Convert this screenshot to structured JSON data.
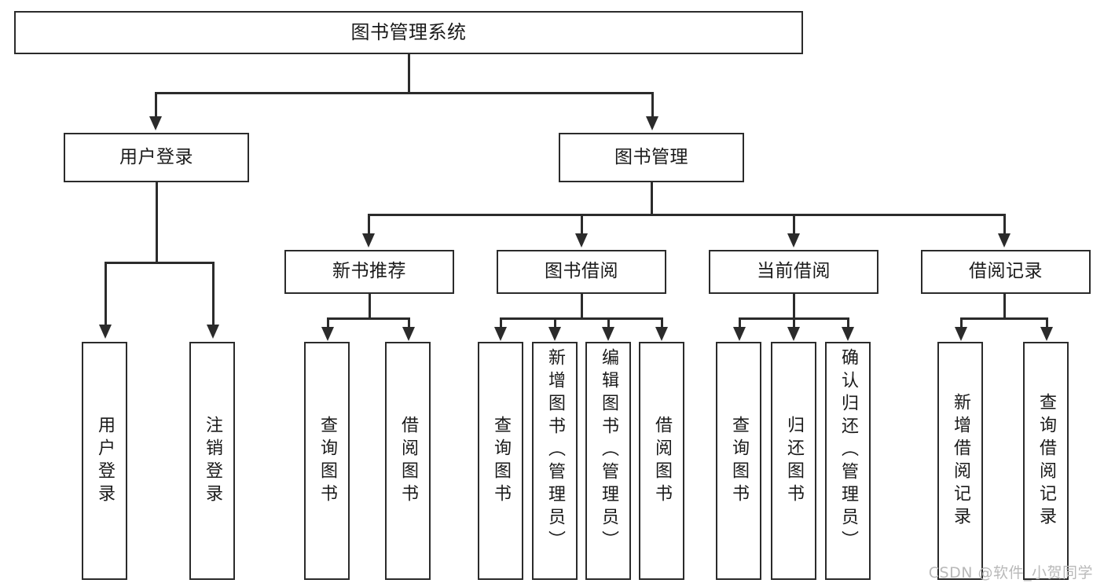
{
  "diagram": {
    "title": "图书管理系统",
    "type": "tree-hierarchy",
    "levels": 4
  },
  "root": {
    "label": "图书管理系统"
  },
  "level2": [
    {
      "label": "用户登录"
    },
    {
      "label": "图书管理"
    }
  ],
  "level3": [
    {
      "label": "新书推荐"
    },
    {
      "label": "图书借阅"
    },
    {
      "label": "当前借阅"
    },
    {
      "label": "借阅记录"
    }
  ],
  "leaves": {
    "user_login": [
      {
        "label": "用户登录"
      },
      {
        "label": "注销登录"
      }
    ],
    "new_book_recommend": [
      {
        "label": "查询图书"
      },
      {
        "label": "借阅图书"
      }
    ],
    "book_borrow": [
      {
        "label": "查询图书"
      },
      {
        "label": "新增图书（管理员）"
      },
      {
        "label": "编辑图书（管理员）"
      },
      {
        "label": "借阅图书"
      }
    ],
    "current_borrow": [
      {
        "label": "查询图书"
      },
      {
        "label": "归还图书"
      },
      {
        "label": "确认归还（管理员）"
      }
    ],
    "borrow_record": [
      {
        "label": "新增借阅记录"
      },
      {
        "label": "查询借阅记录"
      }
    ]
  },
  "watermark": {
    "text": "CSDN @软件_小贺同学"
  },
  "colors": {
    "stroke": "#2b2b2b",
    "background": "#ffffff",
    "text": "#1a1a1a",
    "watermark": "#b9b9b9"
  }
}
